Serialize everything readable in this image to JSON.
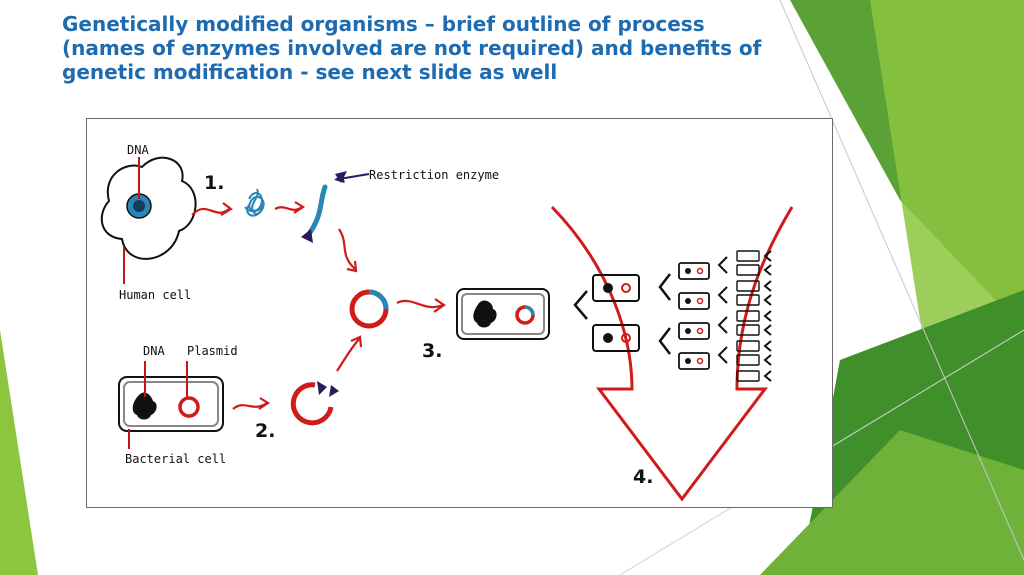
{
  "slide": {
    "title": "Genetically modified organisms – brief outline of process (names of enzymes involved are not required) and benefits of genetic modification - see next slide as well"
  },
  "diagram": {
    "labels": {
      "dna_human": "DNA",
      "human_cell": "Human cell",
      "restriction_enzyme": "Restriction enzyme",
      "dna_bacterial": "DNA",
      "plasmid": "Plasmid",
      "bacterial_cell": "Bacterial cell"
    },
    "steps": [
      "1.",
      "2.",
      "3.",
      "4."
    ]
  },
  "colors": {
    "title": "#1f6bb0",
    "arrow_red": "#d11a1a",
    "dna_blue": "#2a86b6",
    "enzyme_navy": "#2b1a5c",
    "green_dark": "#3f8f2a",
    "green_light": "#8cc63f"
  }
}
